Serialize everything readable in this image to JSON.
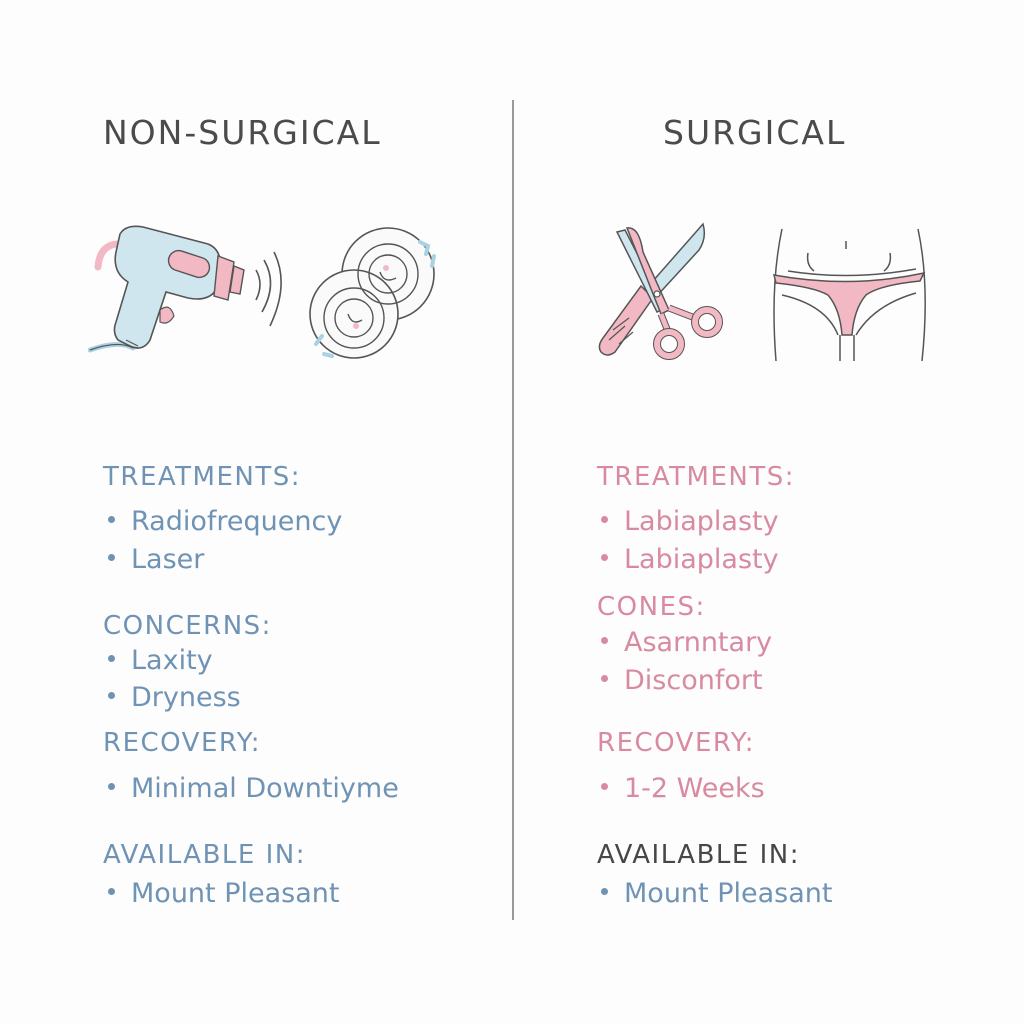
{
  "colors": {
    "blue_text": "#6f93b4",
    "pink_text": "#d88aa0",
    "heading_gray": "#4b4b4b",
    "divider": "#9a9a9a",
    "icon_light_blue": "#cfe6ee",
    "icon_pink": "#f2b8c3"
  },
  "left": {
    "title": "NON-SURGICAL",
    "icons": [
      "radiofrequency-handpiece-icon",
      "rotating-tissue-spiral-icon"
    ],
    "sections": [
      {
        "heading": "TREATMENTS:",
        "items": [
          "Radiofrequency",
          "Laser"
        ]
      },
      {
        "heading": "CONCERNS:",
        "items": [
          "Laxity",
          "Dryness"
        ]
      },
      {
        "heading": "RECOVERY:",
        "items": [
          "Minimal Downtiyme"
        ]
      },
      {
        "heading": "AVAILABLE IN:",
        "items": [
          "Mount Pleasant"
        ]
      }
    ]
  },
  "right": {
    "title": "SURGICAL",
    "icons": [
      "scalpel-scissors-icon",
      "pelvis-underwear-icon"
    ],
    "sections": [
      {
        "heading": "TREATMENTS:",
        "items": [
          "Labiaplasty",
          "Labiaplasty"
        ]
      },
      {
        "heading": "CONES:",
        "items": [
          "Asarnntary",
          "Disconfort"
        ]
      },
      {
        "heading": "RECOVERY:",
        "items": [
          "1-2 Weeks"
        ]
      },
      {
        "heading": "AVAILABLE IN:",
        "items": [
          "Mount Pleasant"
        ]
      }
    ]
  }
}
